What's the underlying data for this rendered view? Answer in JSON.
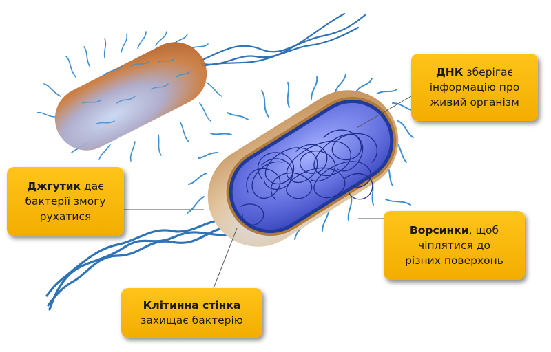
{
  "callouts": {
    "dna": {
      "term": "ДНК",
      "line1_rest": " зберігає",
      "line2": "інформацію про",
      "line3": "живий організм"
    },
    "flagellum": {
      "term": "Джгутик",
      "line1_rest": " дає",
      "line2": "бактерії змогу",
      "line3": "рухатися"
    },
    "pili": {
      "term": "Ворсинки",
      "line1_rest": ", щоб",
      "line2": "чіплятися до",
      "line3": "різних поверхонь"
    },
    "cell_wall": {
      "term": "Клітинна стінка",
      "line2": "захищає бактерію"
    }
  },
  "colors": {
    "callout_fill": "#f6b300",
    "flagella_blue": "#2f72b5",
    "pili_blue": "#3f8fd0",
    "cell_wall_brown": "#b8864a",
    "cytoplasm_blue": "#5a66d8",
    "back_bacterium_orange": "#c96f2c"
  }
}
